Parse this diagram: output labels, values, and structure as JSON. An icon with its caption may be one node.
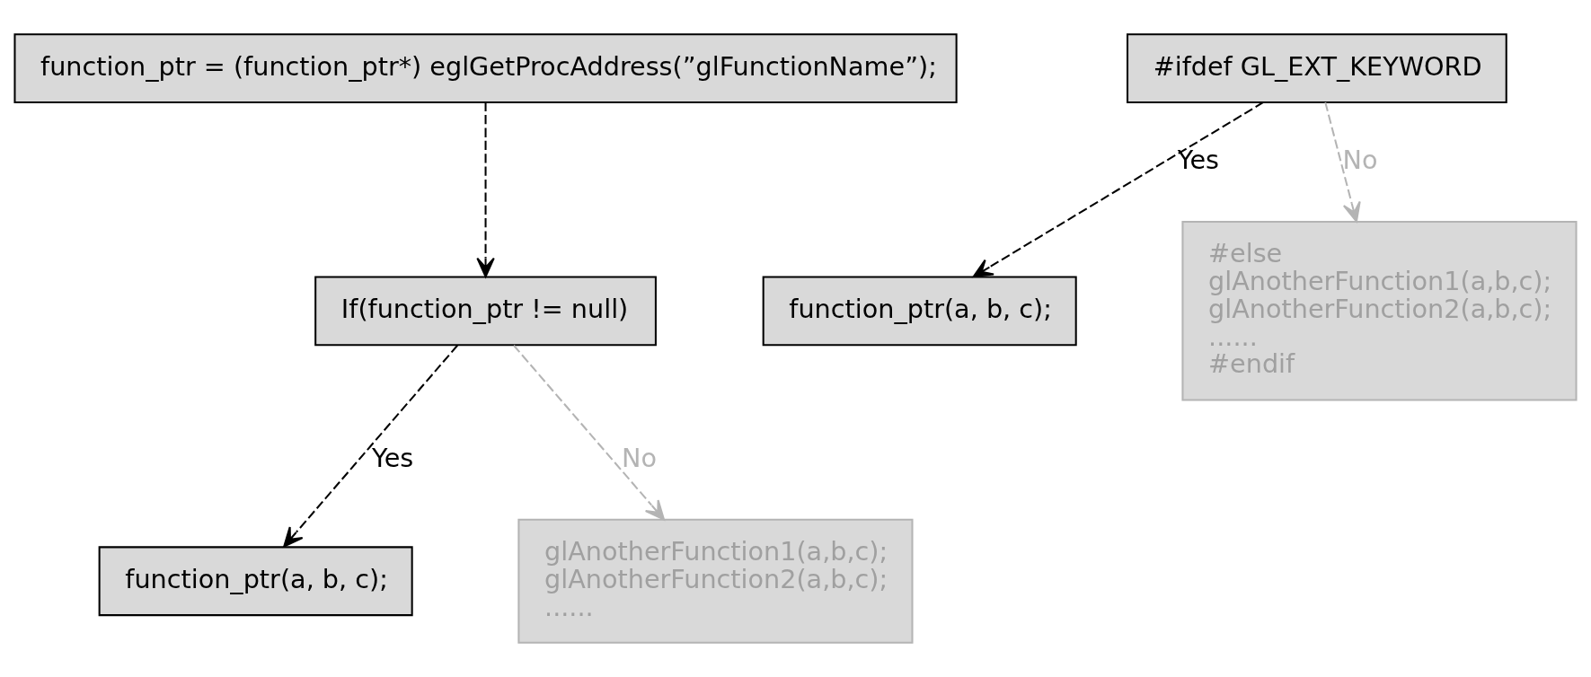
{
  "diagram": {
    "nodes": [
      {
        "text": [
          "function_ptr = (function_ptr*) eglGetProcAddress(”glFunctionName”);"
        ]
      },
      {
        "text": [
          "If(function_ptr != null)"
        ]
      },
      {
        "text": [
          "function_ptr(a, b, c);"
        ]
      },
      {
        "text": [
          "glAnotherFunction1(a,b,c);",
          "glAnotherFunction2(a,b,c);",
          "......"
        ]
      },
      {
        "text": [
          "#ifdef GL_EXT_KEYWORD"
        ]
      },
      {
        "text": [
          "function_ptr(a, b, c);"
        ]
      },
      {
        "text": [
          "#else",
          "glAnotherFunction1(a,b,c);",
          "glAnotherFunction2(a,b,c);",
          "......",
          "#endif"
        ]
      }
    ],
    "edges": [
      {
        "from": 0,
        "to": 1,
        "arrow": "to",
        "style": "dashed"
      },
      {
        "from": 1,
        "to": 2,
        "arrow": "to",
        "style": "dashed",
        "label": "Yes"
      },
      {
        "from": 1,
        "to": 3,
        "arrow": "to",
        "style": "dashed",
        "label": "No",
        "color": "#b4b4b4"
      },
      {
        "from": 4,
        "to": 5,
        "arrow": "to",
        "style": "dashed",
        "label": "Yes"
      },
      {
        "from": 4,
        "to": 6,
        "arrow": "to",
        "style": "dashed",
        "label": "No",
        "color": "#b4b4b4"
      }
    ]
  }
}
